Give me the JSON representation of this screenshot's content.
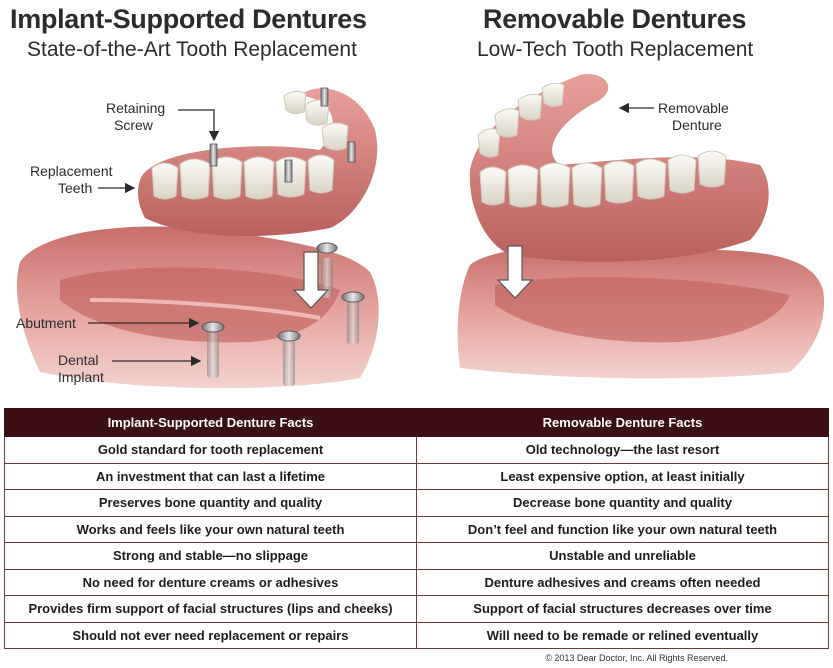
{
  "left": {
    "title": "Implant-Supported Dentures",
    "subtitle": "State-of-the-Art Tooth Replacement",
    "labels": {
      "retaining_screw_1": "Retaining",
      "retaining_screw_2": "Screw",
      "replacement_teeth_1": "Replacement",
      "replacement_teeth_2": "Teeth",
      "abutment": "Abutment",
      "dental_implant_1": "Dental",
      "dental_implant_2": "Implant"
    }
  },
  "right": {
    "title": "Removable Dentures",
    "subtitle": "Low-Tech Tooth Replacement",
    "labels": {
      "removable_denture_1": "Removable",
      "removable_denture_2": "Denture"
    }
  },
  "table": {
    "headers": [
      "Implant-Supported Denture Facts",
      "Removable Denture Facts"
    ],
    "rows": [
      [
        "Gold standard for tooth replacement",
        "Old technology—the last resort"
      ],
      [
        "An investment that can last a lifetime",
        "Least expensive option, at least initially"
      ],
      [
        "Preserves bone quantity and quality",
        "Decrease bone quantity and quality"
      ],
      [
        "Works and feels like your own natural teeth",
        "Don’t feel and function like your own natural teeth"
      ],
      [
        "Strong and stable—no slippage",
        "Unstable and unreliable"
      ],
      [
        "No need for denture creams or adhesives",
        "Denture adhesives and creams often needed"
      ],
      [
        "Provides firm support of facial structures (lips and cheeks)",
        "Support of facial structures decreases over time"
      ],
      [
        "Should not ever need replacement or repairs",
        "Will need to be remade or relined eventually"
      ]
    ]
  },
  "copyright": "© 2013 Dear Doctor, Inc. All Rights Reserved.",
  "colors": {
    "header_bg": "#3a0e12",
    "gum": "#d98a86",
    "teeth": "#f5f2ea"
  }
}
